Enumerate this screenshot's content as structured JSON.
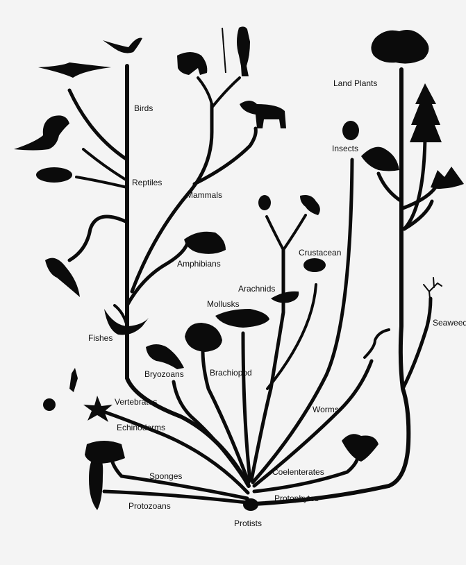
{
  "diagram": {
    "labels": {
      "protists": "Protists",
      "protozoans": "Protozoans",
      "sponges": "Sponges",
      "echinoderms": "Echinoderms",
      "vertebrates": "Vertebrates",
      "fishes": "Fishes",
      "amphibians": "Amphibians",
      "reptiles": "Reptiles",
      "birds": "Birds",
      "mammals": "Mammals",
      "bryozoans": "Bryozoans",
      "brachiopod": "Brachiopod",
      "mollusks": "Mollusks",
      "arachnids": "Arachnids",
      "crustacean": "Crustacean",
      "insects": "Insects",
      "worms": "Worms",
      "coelenterates": "Coelenterates",
      "protophytes": "Protophytes",
      "seaweed": "Seaweed",
      "land_plants": "Land Plants"
    }
  }
}
